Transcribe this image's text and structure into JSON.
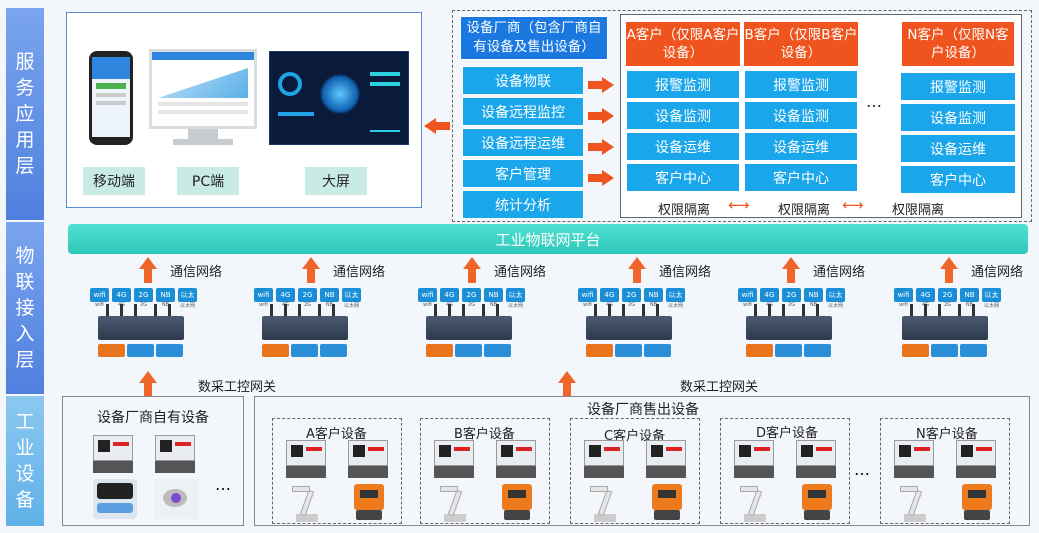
{
  "layers": [
    {
      "label": "服\n务\n应\n用\n层"
    },
    {
      "label": "物\n联\n接\n入\n层"
    },
    {
      "label": "工\n业\n设\n备"
    }
  ],
  "terminals": {
    "mobile": "移动端",
    "pc": "PC端",
    "bigscreen": "大屏"
  },
  "vendor": {
    "title": "设备厂商（包含厂商自有设备及售出设备）",
    "items": [
      "设备物联",
      "设备远程监控",
      "设备远程运维",
      "客户管理",
      "统计分析"
    ]
  },
  "customers": [
    {
      "title": "A客户（仅限A客户设备）",
      "items": [
        "报警监测",
        "设备监测",
        "设备运维",
        "客户中心"
      ]
    },
    {
      "title": "B客户（仅限B客户设备）",
      "items": [
        "报警监测",
        "设备监测",
        "设备运维",
        "客户中心"
      ]
    },
    {
      "title": "N客户（仅限N客户设备）",
      "items": [
        "报警监测",
        "设备监测",
        "设备运维",
        "客户中心"
      ]
    }
  ],
  "ellipsis": "…",
  "isolation": [
    "权限隔离",
    "权限隔离",
    "权限隔离"
  ],
  "platform": "工业物联网平台",
  "network_label": "通信网络",
  "gateway_label": "数采工控网关",
  "gateway_icons": [
    "wifi",
    "4G",
    "2G",
    "NB",
    "以太网"
  ],
  "gateway_icon_captions": [
    "wifi",
    "4G",
    "2G",
    "NB",
    "以太网"
  ],
  "own_devices": "设备厂商自有设备",
  "sold_devices": "设备厂商售出设备",
  "customer_devices": [
    "A客户设备",
    "B客户设备",
    "C客户设备",
    "D客户设备",
    "N客户设备"
  ],
  "colors": {
    "accent_blue": "#1aa6ea",
    "accent_orange": "#f0541e",
    "platform": "#3dd6c8"
  }
}
